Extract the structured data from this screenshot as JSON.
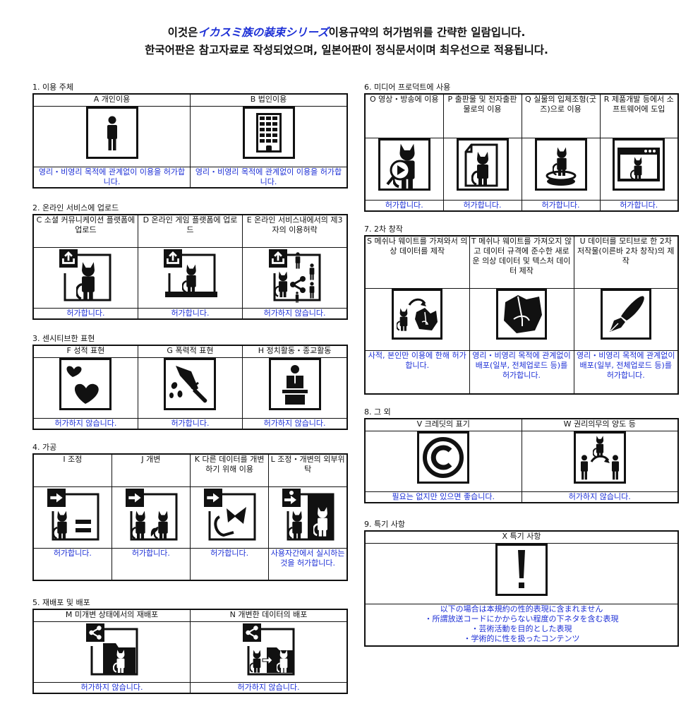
{
  "title": {
    "line1_prefix": "이것은",
    "line1_brand": "イカスミ族の装束シリーズ",
    "line1_suffix": "이용규약의 허가범위를 간략한 일람입니다.",
    "line2": "한국어판은 참고자료로 작성되었으며, 일본어판이 정식문서이며 최우선으로 적용됩니다."
  },
  "colors": {
    "accent": "#1c2fd6",
    "text": "#111111",
    "border": "#111111"
  },
  "sections": [
    {
      "label": "1. 이용 주체",
      "items": [
        {
          "header": "A 개인이용",
          "icon": "person-icon",
          "result": "영리・비영리 목적에 관계없이 이용을 허가합니다."
        },
        {
          "header": "B 법인이용",
          "icon": "building-icon",
          "result": "영리・비영리 목적에 관계없이 이용을 허가합니다."
        }
      ]
    },
    {
      "label": "2. 온라인 서비스에 업로드",
      "items": [
        {
          "header": "C 소셜 커뮤니케이션 플랫폼에 업로드",
          "icon": "upload-avatar-icon",
          "result": "허가합니다."
        },
        {
          "header": "D 온라인 게임 플랫폼에 업로드",
          "icon": "upload-monitor-icon",
          "result": "허가합니다."
        },
        {
          "header": "E 온라인 서비스내에서의 제3자의 이용허락",
          "icon": "upload-share-icon",
          "result": "허가하지 않습니다."
        }
      ]
    },
    {
      "label": "3. 센시티브한 표현",
      "items": [
        {
          "header": "F 성적 표현",
          "icon": "hearts-icon",
          "result": "허가하지 않습니다."
        },
        {
          "header": "G 폭력적 표현",
          "icon": "knife-icon",
          "result": "허가합니다."
        },
        {
          "header": "H 정치활동・종교활동",
          "icon": "podium-icon",
          "result": "허가하지 않습니다."
        }
      ]
    },
    {
      "label": "4. 가공",
      "items": [
        {
          "header": "I 조정",
          "icon": "adjust-icon",
          "result": "허가합니다."
        },
        {
          "header": "J 개변",
          "icon": "modify-icon",
          "result": "허가합니다."
        },
        {
          "header": "K 다른 데이터를 개변하기 위해 이용",
          "icon": "parts-icon",
          "result": "허가합니다."
        },
        {
          "header": "L 조정・개변의 외부위탁",
          "icon": "outsource-icon",
          "result": "사용자간에서 실시하는 것을 허가합니다."
        }
      ]
    },
    {
      "label": "5. 재배포 및 배포",
      "items": [
        {
          "header": "M 미개변 상태에서의 재배포",
          "icon": "share-folder-icon",
          "result": "허가하지 않습니다."
        },
        {
          "header": "N 개변한 데이터의 배포",
          "icon": "share-modified-icon",
          "result": "허가하지 않습니다."
        }
      ]
    },
    {
      "label": "6. 미디어 프로덕트에 사용",
      "items": [
        {
          "header": "O 영상・방송에 이용",
          "icon": "video-icon",
          "result": "허가합니다."
        },
        {
          "header": "P 출판물 및 전자출판물로의 이용",
          "icon": "document-icon",
          "result": "허가합니다."
        },
        {
          "header": "Q 실물의 입체조형(굿즈)으로 이용",
          "icon": "figure-icon",
          "result": "허가합니다."
        },
        {
          "header": "R 제품개발 등에서 소프트웨어에 도입",
          "icon": "software-icon",
          "result": "허가합니다."
        }
      ]
    },
    {
      "label": "7. 2차 창작",
      "items": [
        {
          "header": "S 메쉬나 웨이트를 가져와서 의상 데이터를 제작",
          "icon": "mesh-transfer-icon",
          "result": "사적, 본인만 이용에 한해 허가합니다."
        },
        {
          "header": "T 메쉬나 웨이트를 가져오지 않고 데이터 규격에 준수한 새로운 의상 데이터 및 텍스처 데이터 제작",
          "icon": "garment-icon",
          "result": "영리・비영리 목적에 관계없이 배포(일부, 전체업로드 등)를 허가합니다."
        },
        {
          "header": "U 데이터를 모티브로 한 2차 저작물(이른바 2차 창작)의 제작",
          "icon": "pen-nib-icon",
          "result": "영리・비영리 목적에 관계없이 배포(일부, 전체업로드 등)를 허가합니다."
        }
      ]
    },
    {
      "label": "8. 그 외",
      "items": [
        {
          "header": "V 크레딧의 표기",
          "icon": "copyright-icon",
          "result": "필요는 없지만 있으면 좋습니다."
        },
        {
          "header": "W 권리의무의 양도 등",
          "icon": "transfer-rights-icon",
          "result": "허가하지 않습니다."
        }
      ]
    },
    {
      "label": "9. 특기 사항",
      "items": [
        {
          "header": "X 특기 사항",
          "icon": "exclamation-icon",
          "result_lines": [
            "以下の場合は本規約の性的表現に含まれません",
            "・所謂放送コードにかからない程度の下ネタを含む表現",
            "・芸術活動を目的とした表現",
            "・学術的に性を扱ったコンテンツ"
          ]
        }
      ]
    }
  ]
}
